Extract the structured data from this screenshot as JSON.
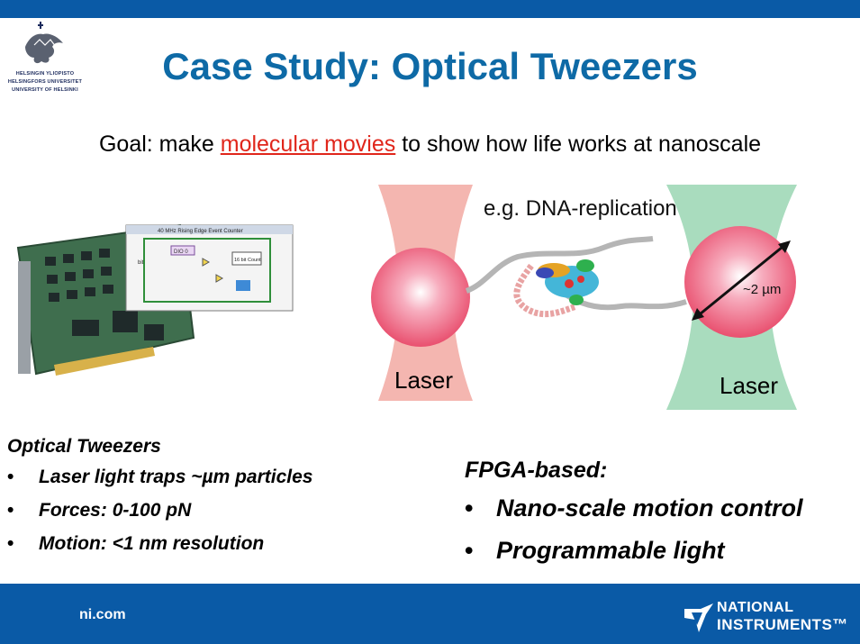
{
  "university": {
    "line1": "HELSINGIN YLIOPISTO",
    "line2": "HELSINGFORS UNIVERSITET",
    "line3": "UNIVERSITY OF HELSINKI"
  },
  "title": "Case Study: Optical Tweezers",
  "goal": {
    "prefix": "Goal: make ",
    "highlight": "molecular movies",
    "suffix": " to show how life works at nanoscale"
  },
  "board_screen": {
    "header": "40 MHz Rising Edge Event Counter",
    "counter": "16 bit Count",
    "bit": "bit",
    "value": "DIO 0"
  },
  "diagram": {
    "example": "e.g. DNA-replication",
    "laser_left": "Laser",
    "laser_right": "Laser",
    "size": "~2 µm"
  },
  "left_list": {
    "heading": "Optical Tweezers",
    "items": [
      "Laser light traps ~µm particles",
      "Forces: 0-100 pN",
      "Motion: <1 nm resolution"
    ]
  },
  "right_list": {
    "heading": "FPGA-based:",
    "items": [
      "Nano-scale motion control",
      "Programmable light"
    ]
  },
  "footer": {
    "site": "ni.com",
    "brand1": "NATIONAL",
    "brand2": "INSTRUMENTS™"
  },
  "colors": {
    "banner": "#0a5aa6",
    "title": "#0e6aa6",
    "highlight": "#e0261b",
    "laser_red": "#f4b6b0",
    "laser_green": "#a9dcbe",
    "bead": "#ef6f8a"
  }
}
